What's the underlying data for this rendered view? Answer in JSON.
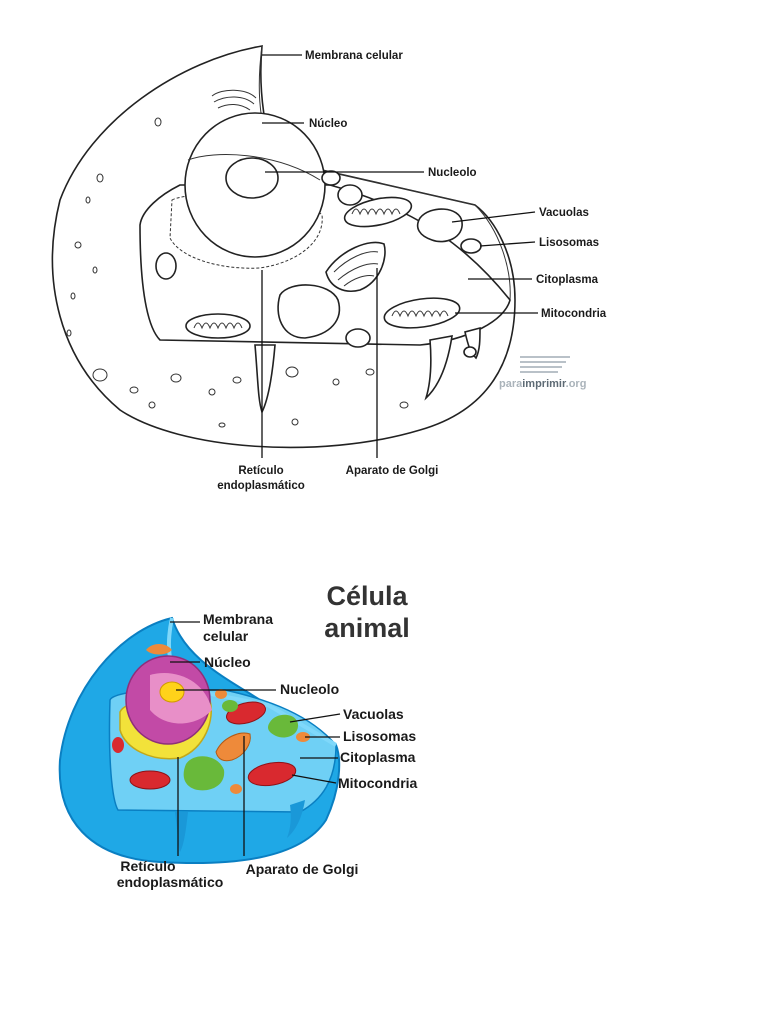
{
  "diagram_top": {
    "labels": {
      "membrana": "Membrana celular",
      "nucleo": "Núcleo",
      "nucleolo": "Nucleolo",
      "vacuolas": "Vacuolas",
      "lisosomas": "Lisosomas",
      "citoplasma": "Citoplasma",
      "mitocondria": "Mitocondria",
      "reticulo_1": "Retículo",
      "reticulo_2": "endoplasmático",
      "golgi": "Aparato de Golgi"
    },
    "watermark": {
      "part1": "para",
      "part2": "imprimir",
      "part3": ".org"
    }
  },
  "diagram_bottom": {
    "title_1": "Célula",
    "title_2": "animal",
    "labels": {
      "membrana_1": "Membrana",
      "membrana_2": "celular",
      "nucleo": "Núcleo",
      "nucleolo": "Nucleolo",
      "vacuolas": "Vacuolas",
      "lisosomas": "Lisosomas",
      "citoplasma": "Citoplasma",
      "mitocondria": "Mitocondria",
      "reticulo_1": "Retículo",
      "reticulo_2": "endoplasmático",
      "golgi": "Aparato de Golgi"
    },
    "colors": {
      "membrane": "#1fa8e6",
      "membrane_dark": "#0a7fc2",
      "cytoplasm": "#5cc6f2",
      "nucleus": "#c24aa6",
      "nucleolus": "#ffd21a",
      "reticulum": "#f2e23a",
      "vacuole": "#69b93a",
      "mitochondria": "#d9292f",
      "golgi": "#ee8a3a"
    }
  }
}
